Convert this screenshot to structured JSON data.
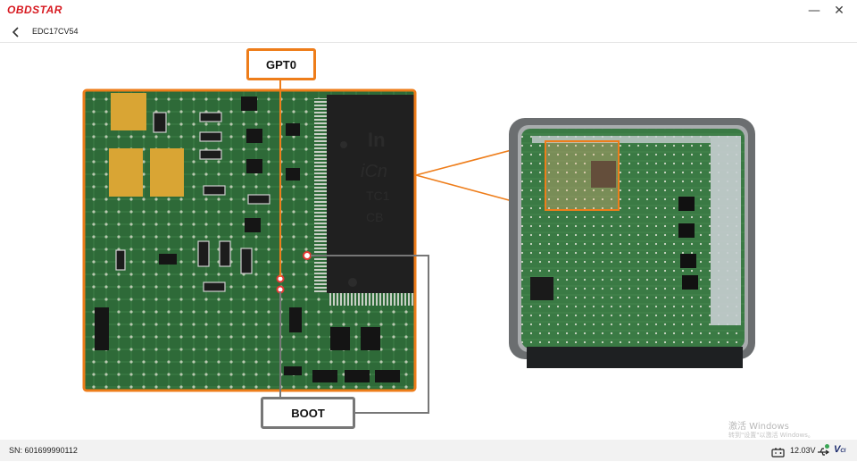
{
  "app": {
    "logo_text": "OBDSTAR"
  },
  "window": {
    "minimize_icon": "minimize-icon",
    "close_icon": "close-icon"
  },
  "nav": {
    "title": "EDC17CV54",
    "back_icon": "back-arrow-icon"
  },
  "diagram": {
    "gpt0_label": "GPT0",
    "boot_label": "BOOT",
    "chip_text": [
      "In",
      "iCn",
      "TC1",
      "CB"
    ],
    "colors": {
      "accent": "#ee7d1a",
      "boot_line": "#777777",
      "pcb": "#2f6b3a",
      "highlight_dot": "#e53935"
    }
  },
  "status": {
    "sn": "SN: 601699990112",
    "voltage": "12.03V",
    "battery_icon": "battery-icon",
    "usb_icon": "usb-icon",
    "vci_icon": "vci-icon"
  },
  "watermark": {
    "line1": "激活 Windows",
    "line2": "转到\"设置\"以激活 Windows。"
  }
}
